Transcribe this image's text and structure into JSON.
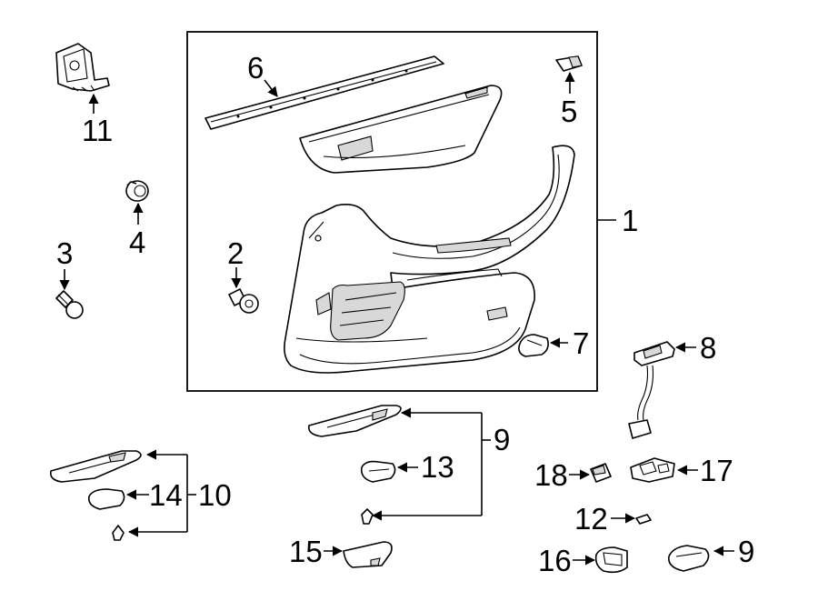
{
  "diagram": {
    "callouts": {
      "c1": "1",
      "c2": "2",
      "c3": "3",
      "c4": "4",
      "c5": "5",
      "c6": "6",
      "c7": "7",
      "c8": "8",
      "c9a": "9",
      "c9b": "9",
      "c10": "10",
      "c11": "11",
      "c12": "12",
      "c13": "13",
      "c14": "14",
      "c15": "15",
      "c16": "16",
      "c17": "17",
      "c18": "18"
    }
  }
}
